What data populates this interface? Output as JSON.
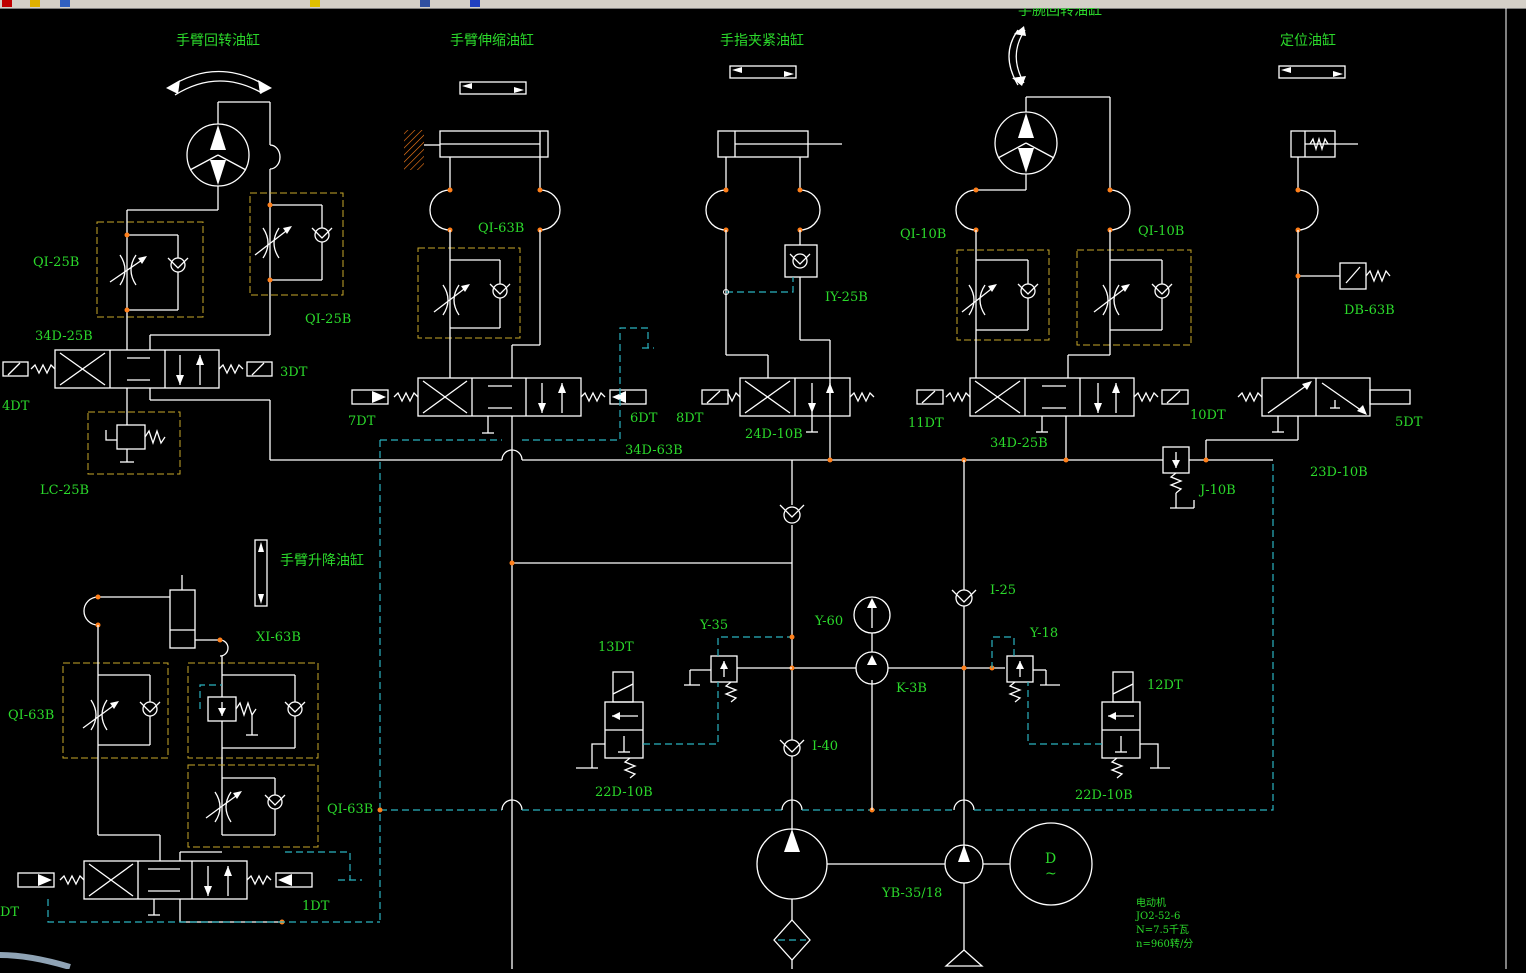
{
  "cylinders": {
    "arm_rotate": "手臂回转油缸",
    "arm_extend": "手臂伸缩油缸",
    "finger_clamp": "手指夹紧油缸",
    "wrist_rotate": "手腕回转油缸",
    "locate": "定位油缸",
    "arm_lift": "手臂升降油缸"
  },
  "labels": {
    "qi25b_left": "QI-25B",
    "qi25b_right": "QI-25B",
    "v34d25b_left": "34D-25B",
    "dt3": "3DT",
    "dt4": "4DT",
    "lc25b": "LC-25B",
    "qi63b_top": "QI-63B",
    "dt7": "7DT",
    "dt6": "6DT",
    "v34d63b": "34D-63B",
    "dt8": "8DT",
    "v24d10b": "24D-10B",
    "iy25b": "IY-25B",
    "qi10b_left": "QI-10B",
    "qi10b_right": "QI-10B",
    "dt11": "11DT",
    "dt10": "10DT",
    "v34d25b_right": "34D-25B",
    "db63b": "DB-63B",
    "dt5": "5DT",
    "v23d10b": "23D-10B",
    "j10b": "J-10B",
    "xi63b": "XI-63B",
    "qi63b_left": "QI-63B",
    "qi63b_bottom": "QI-63B",
    "dt1": "1DT",
    "dt2": "DT",
    "i25": "I-25",
    "y60": "Y-60",
    "y35": "Y-35",
    "y18": "Y-18",
    "dt13": "13DT",
    "dt12": "12DT",
    "k3b": "K-3B",
    "i40": "I-40",
    "v22d10b_left": "22D-10B",
    "v22d10b_right": "22D-10B",
    "yb3518": "YB-35/18",
    "motor_d": "D",
    "motor_tilde": "~"
  },
  "motor_note": [
    "电动机",
    "JO2-52-6",
    "N=7.5千瓦",
    "n=960转/分"
  ],
  "colors": {
    "background": "#000000",
    "text": "#2bd92b",
    "lines": "#ffffff",
    "pilot_lines": "#2ab2c0",
    "component_outline": "#c8a82a",
    "junction": "#ff7f1a"
  }
}
